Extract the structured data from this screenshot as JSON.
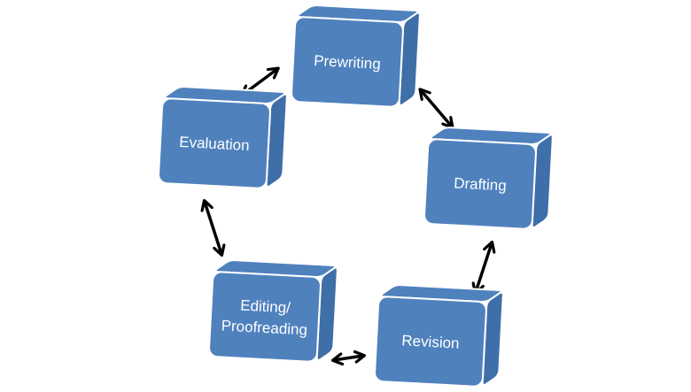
{
  "diagram": {
    "stages": [
      {
        "id": "prewriting",
        "lines": [
          "Prewriting"
        ]
      },
      {
        "id": "drafting",
        "lines": [
          "Drafting"
        ]
      },
      {
        "id": "revision",
        "lines": [
          "Revision"
        ]
      },
      {
        "id": "editing",
        "lines": [
          "Editing/",
          "Proofreading"
        ]
      },
      {
        "id": "evaluation",
        "lines": [
          "Evaluation"
        ]
      }
    ],
    "connections": [
      {
        "from": "prewriting",
        "to": "drafting",
        "type": "bidirectional"
      },
      {
        "from": "drafting",
        "to": "revision",
        "type": "bidirectional"
      },
      {
        "from": "revision",
        "to": "editing",
        "type": "bidirectional"
      },
      {
        "from": "editing",
        "to": "evaluation",
        "type": "bidirectional"
      },
      {
        "from": "evaluation",
        "to": "prewriting",
        "type": "bidirectional"
      }
    ],
    "colors": {
      "box_front": "#4f81bd",
      "box_side": "#3f6fa8",
      "box_outline": "#ffffff",
      "label": "#ffffff",
      "arrow": "#000000"
    }
  }
}
